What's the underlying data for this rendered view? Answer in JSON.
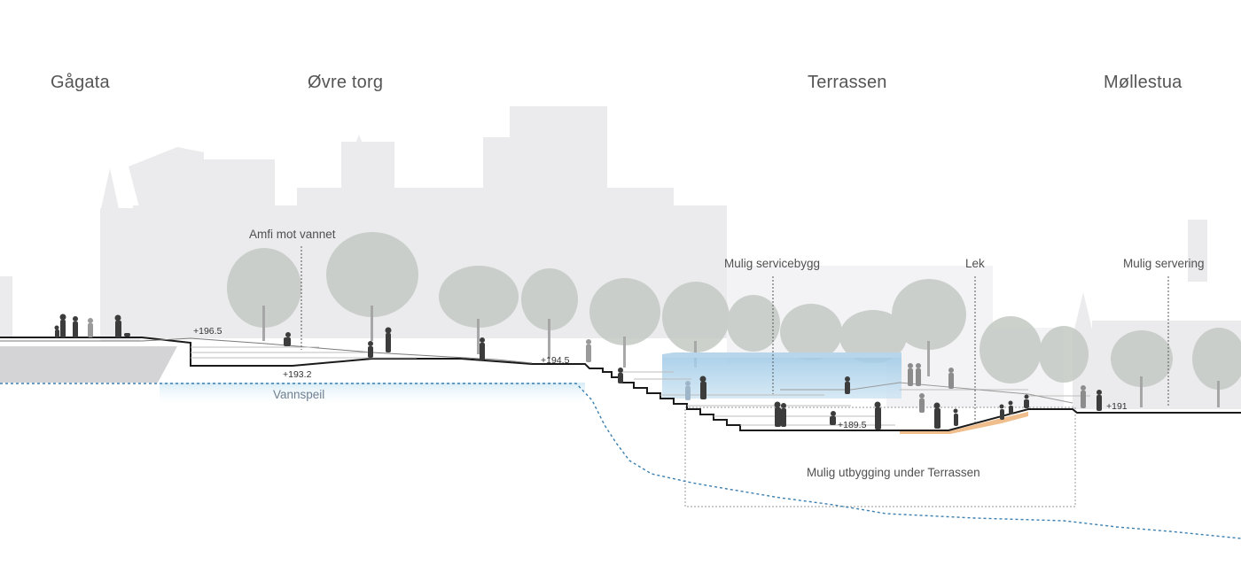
{
  "headings": {
    "gagata": "Gågata",
    "ovre_torg": "Øvre torg",
    "terrassen": "Terrassen",
    "mollestua": "Møllestua"
  },
  "annotations": {
    "amfi": "Amfi mot vannet",
    "servicebygg": "Mulig servicebygg",
    "lek": "Lek",
    "servering": "Mulig servering",
    "utbygging": "Mulig utbygging under Terrassen",
    "vannspeil": "Vannspeil"
  },
  "levels": {
    "l1965": "+196.5",
    "l1932": "+193.2",
    "l1945": "+194.5",
    "l1895": "+189.5",
    "l191": "+191"
  },
  "colors": {
    "ground_line": "#1a1a1a",
    "buildings": "#ececee",
    "trees": "#c9cdc9",
    "water_band": "#dcedf6",
    "water_line": "#3a7fb0",
    "service_building": "#a9cde6",
    "play_area": "#f0c190",
    "people": "#3c3c3c"
  }
}
